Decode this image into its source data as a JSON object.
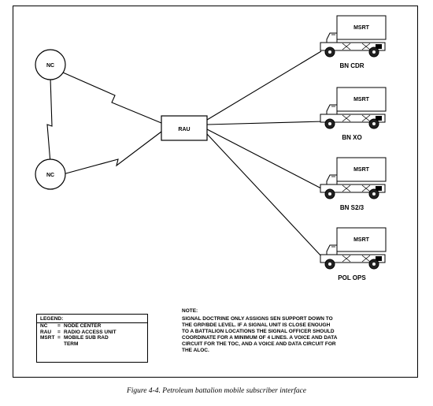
{
  "nodes": {
    "nc_top": "NC",
    "nc_bottom": "NC",
    "rau": "RAU"
  },
  "vehicles": [
    {
      "box_label": "MSRT",
      "caption": "BN CDR"
    },
    {
      "box_label": "MSRT",
      "caption": "BN XO"
    },
    {
      "box_label": "MSRT",
      "caption": "BN S2/3"
    },
    {
      "box_label": "MSRT",
      "caption": "POL OPS"
    }
  ],
  "legend": {
    "title": "LEGEND:",
    "entries": [
      {
        "abbr": "NC",
        "eq": "=",
        "def": "NODE CENTER"
      },
      {
        "abbr": "RAU",
        "eq": "=",
        "def": "RADIO ACCESS UNIT"
      },
      {
        "abbr": "MSRT",
        "eq": "=",
        "def": "MOBILE SUB RAD"
      },
      {
        "abbr": "",
        "eq": "",
        "def": "TERM"
      }
    ]
  },
  "note": {
    "title": "NOTE:",
    "lines": [
      "SIGNAL DOCTRINE ONLY ASSIGNS SEN SUPPORT DOWN TO",
      "THE GRP/BDE LEVEL.  IF A SIGNAL UNIT IS CLOSE ENOUGH",
      "TO A BATTALION LOCATIONS THE SIGNAL OFFICER SHOULD",
      "COORDINATE FOR A MINIMUM OF 4 LINES.  A VOICE AND DATA",
      "CIRCUIT FOR THE TOC, AND A VOICE AND DATA CIRCUIT FOR",
      "THE ALOC."
    ]
  },
  "caption": "Figure 4-4.  Petroleum battalion mobile subscriber interface"
}
